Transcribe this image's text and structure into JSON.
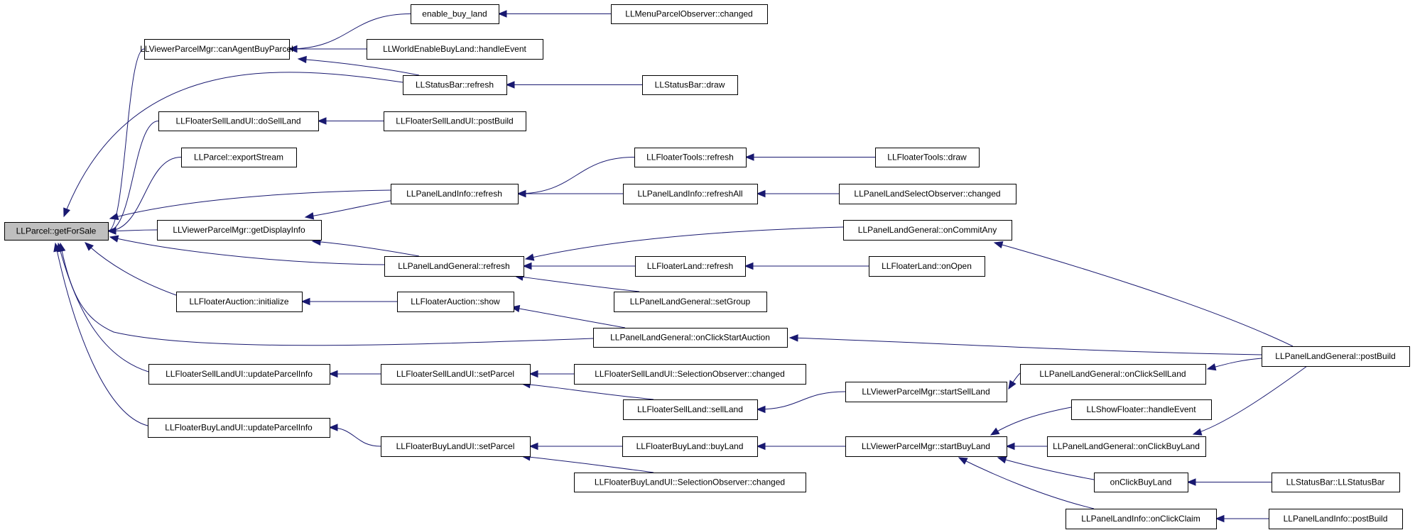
{
  "nodes": [
    {
      "id": "getForSale",
      "label": "LLParcel::getForSale",
      "root": true
    },
    {
      "id": "canAgentBuyParcel",
      "label": "LLViewerParcelMgr::canAgentBuyParcel"
    },
    {
      "id": "enable_buy_land",
      "label": "enable_buy_land"
    },
    {
      "id": "menuParcelChanged",
      "label": "LLMenuParcelObserver::changed"
    },
    {
      "id": "worldEnableBuyLand",
      "label": "LLWorldEnableBuyLand::handleEvent"
    },
    {
      "id": "statusBarRefresh",
      "label": "LLStatusBar::refresh"
    },
    {
      "id": "statusBarDraw",
      "label": "LLStatusBar::draw"
    },
    {
      "id": "doSellLand",
      "label": "LLFloaterSellLandUI::doSellLand"
    },
    {
      "id": "sellLandUIPostBuild",
      "label": "LLFloaterSellLandUI::postBuild"
    },
    {
      "id": "exportStream",
      "label": "LLParcel::exportStream"
    },
    {
      "id": "floaterToolsRefresh",
      "label": "LLFloaterTools::refresh"
    },
    {
      "id": "floaterToolsDraw",
      "label": "LLFloaterTools::draw"
    },
    {
      "id": "landInfoRefresh",
      "label": "LLPanelLandInfo::refresh"
    },
    {
      "id": "landInfoRefreshAll",
      "label": "LLPanelLandInfo::refreshAll"
    },
    {
      "id": "landSelectObserverChanged",
      "label": "LLPanelLandSelectObserver::changed"
    },
    {
      "id": "getDisplayInfo",
      "label": "LLViewerParcelMgr::getDisplayInfo"
    },
    {
      "id": "onCommitAny",
      "label": "LLPanelLandGeneral::onCommitAny"
    },
    {
      "id": "landGeneralRefresh",
      "label": "LLPanelLandGeneral::refresh"
    },
    {
      "id": "floaterLandRefresh",
      "label": "LLFloaterLand::refresh"
    },
    {
      "id": "floaterLandOnOpen",
      "label": "LLFloaterLand::onOpen"
    },
    {
      "id": "setGroup",
      "label": "LLPanelLandGeneral::setGroup"
    },
    {
      "id": "auctionInitialize",
      "label": "LLFloaterAuction::initialize"
    },
    {
      "id": "auctionShow",
      "label": "LLFloaterAuction::show"
    },
    {
      "id": "onClickStartAuction",
      "label": "LLPanelLandGeneral::onClickStartAuction"
    },
    {
      "id": "landGeneralPostBuild",
      "label": "LLPanelLandGeneral::postBuild"
    },
    {
      "id": "sellUpdateParcelInfo",
      "label": "LLFloaterSellLandUI::updateParcelInfo"
    },
    {
      "id": "sellSetParcel",
      "label": "LLFloaterSellLandUI::setParcel"
    },
    {
      "id": "sellSelectionChanged",
      "label": "LLFloaterSellLandUI::SelectionObserver::changed"
    },
    {
      "id": "onClickSellLand",
      "label": "LLPanelLandGeneral::onClickSellLand"
    },
    {
      "id": "startSellLand",
      "label": "LLViewerParcelMgr::startSellLand"
    },
    {
      "id": "sellLand",
      "label": "LLFloaterSellLand::sellLand"
    },
    {
      "id": "showFloaterHandle",
      "label": "LLShowFloater::handleEvent"
    },
    {
      "id": "buyUpdateParcelInfo",
      "label": "LLFloaterBuyLandUI::updateParcelInfo"
    },
    {
      "id": "buySetParcel",
      "label": "LLFloaterBuyLandUI::setParcel"
    },
    {
      "id": "buyLand",
      "label": "LLFloaterBuyLand::buyLand"
    },
    {
      "id": "startBuyLand",
      "label": "LLViewerParcelMgr::startBuyLand"
    },
    {
      "id": "onClickBuyLandGeneral",
      "label": "LLPanelLandGeneral::onClickBuyLand"
    },
    {
      "id": "onClickBuyLand",
      "label": "onClickBuyLand"
    },
    {
      "id": "statusBarCtor",
      "label": "LLStatusBar::LLStatusBar"
    },
    {
      "id": "buySelectionChanged",
      "label": "LLFloaterBuyLandUI::SelectionObserver::changed"
    },
    {
      "id": "onClickClaim",
      "label": "LLPanelLandInfo::onClickClaim"
    },
    {
      "id": "landInfoPostBuild",
      "label": "LLPanelLandInfo::postBuild"
    }
  ],
  "edges": [
    {
      "from": "canAgentBuyParcel",
      "to": "getForSale"
    },
    {
      "from": "statusBarRefresh",
      "to": "getForSale"
    },
    {
      "from": "doSellLand",
      "to": "getForSale"
    },
    {
      "from": "exportStream",
      "to": "getForSale"
    },
    {
      "from": "landInfoRefresh",
      "to": "getForSale"
    },
    {
      "from": "getDisplayInfo",
      "to": "getForSale"
    },
    {
      "from": "landGeneralRefresh",
      "to": "getForSale"
    },
    {
      "from": "auctionInitialize",
      "to": "getForSale"
    },
    {
      "from": "onClickStartAuction",
      "to": "getForSale"
    },
    {
      "from": "sellUpdateParcelInfo",
      "to": "getForSale"
    },
    {
      "from": "buyUpdateParcelInfo",
      "to": "getForSale"
    },
    {
      "from": "enable_buy_land",
      "to": "canAgentBuyParcel"
    },
    {
      "from": "worldEnableBuyLand",
      "to": "canAgentBuyParcel"
    },
    {
      "from": "statusBarRefresh",
      "to": "canAgentBuyParcel"
    },
    {
      "from": "menuParcelChanged",
      "to": "enable_buy_land"
    },
    {
      "from": "statusBarDraw",
      "to": "statusBarRefresh"
    },
    {
      "from": "sellLandUIPostBuild",
      "to": "doSellLand"
    },
    {
      "from": "floaterToolsRefresh",
      "to": "landInfoRefresh"
    },
    {
      "from": "landInfoRefreshAll",
      "to": "landInfoRefresh"
    },
    {
      "from": "floaterToolsDraw",
      "to": "floaterToolsRefresh"
    },
    {
      "from": "landSelectObserverChanged",
      "to": "landInfoRefreshAll"
    },
    {
      "from": "landInfoRefresh",
      "to": "getDisplayInfo"
    },
    {
      "from": "landGeneralRefresh",
      "to": "getDisplayInfo"
    },
    {
      "from": "onCommitAny",
      "to": "landGeneralRefresh"
    },
    {
      "from": "floaterLandRefresh",
      "to": "landGeneralRefresh"
    },
    {
      "from": "setGroup",
      "to": "landGeneralRefresh"
    },
    {
      "from": "floaterLandOnOpen",
      "to": "floaterLandRefresh"
    },
    {
      "from": "landGeneralPostBuild",
      "to": "onCommitAny"
    },
    {
      "from": "auctionShow",
      "to": "auctionInitialize"
    },
    {
      "from": "onClickStartAuction",
      "to": "auctionShow"
    },
    {
      "from": "landGeneralPostBuild",
      "to": "onClickStartAuction"
    },
    {
      "from": "sellSetParcel",
      "to": "sellUpdateParcelInfo"
    },
    {
      "from": "sellSelectionChanged",
      "to": "sellSetParcel"
    },
    {
      "from": "sellLand",
      "to": "sellSetParcel"
    },
    {
      "from": "startSellLand",
      "to": "sellLand"
    },
    {
      "from": "onClickSellLand",
      "to": "startSellLand"
    },
    {
      "from": "landGeneralPostBuild",
      "to": "onClickSellLand"
    },
    {
      "from": "buySetParcel",
      "to": "buyUpdateParcelInfo"
    },
    {
      "from": "buyLand",
      "to": "buySetParcel"
    },
    {
      "from": "buySelectionChanged",
      "to": "buySetParcel"
    },
    {
      "from": "startBuyLand",
      "to": "buyLand"
    },
    {
      "from": "showFloaterHandle",
      "to": "startBuyLand"
    },
    {
      "from": "onClickBuyLandGeneral",
      "to": "startBuyLand"
    },
    {
      "from": "onClickBuyLand",
      "to": "startBuyLand"
    },
    {
      "from": "onClickClaim",
      "to": "startBuyLand"
    },
    {
      "from": "landGeneralPostBuild",
      "to": "onClickBuyLandGeneral"
    },
    {
      "from": "statusBarCtor",
      "to": "onClickBuyLand"
    },
    {
      "from": "landInfoPostBuild",
      "to": "onClickClaim"
    }
  ],
  "colors": {
    "edge": "#191970",
    "root_fill": "#bfbfbf",
    "node_fill": "#ffffff",
    "node_stroke": "#000000"
  }
}
